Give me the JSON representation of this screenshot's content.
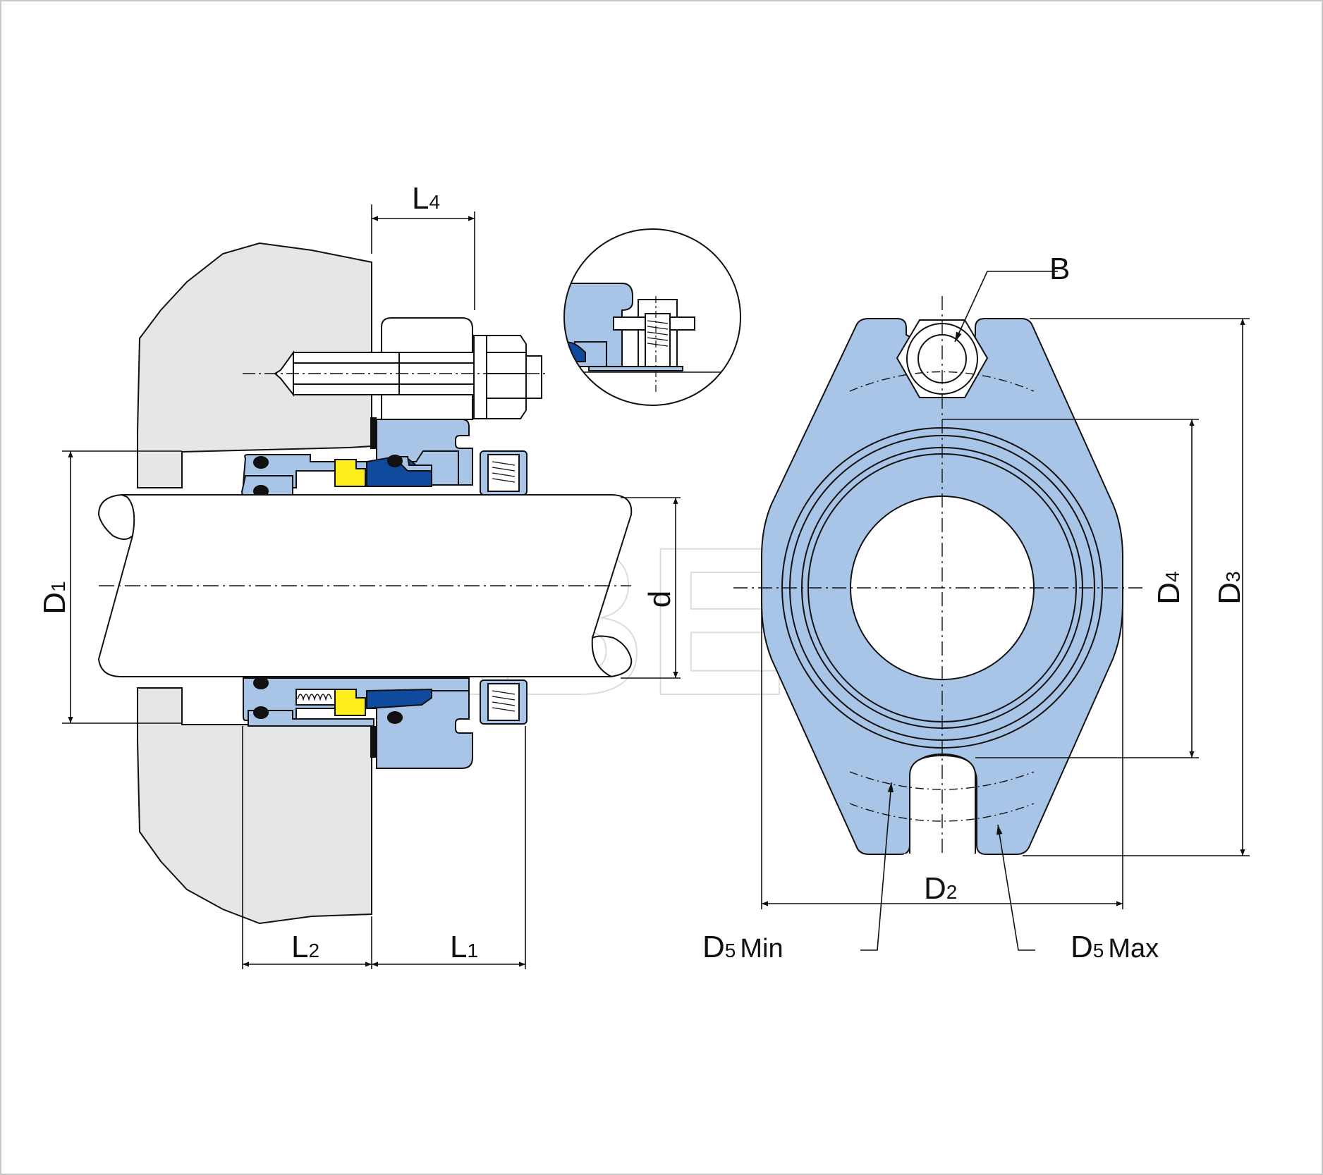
{
  "diagram": {
    "watermark": "ABEX",
    "colors": {
      "seal_blue": "#a8c4e6",
      "dark_blue": "#0f4a9c",
      "yellow": "#ffef1f",
      "housing_gray": "#e5e6e8",
      "outline": "#111111",
      "frame": "#c8c8c8"
    },
    "labels": {
      "L4": {
        "main": "L",
        "sub": "4"
      },
      "L2": {
        "main": "L",
        "sub": "2"
      },
      "L1": {
        "main": "L",
        "sub": "1"
      },
      "D1": {
        "main": "D",
        "sub": "1"
      },
      "d": {
        "main": "d"
      },
      "B": {
        "main": "B"
      },
      "D2": {
        "main": "D",
        "sub": "2"
      },
      "D3": {
        "main": "D",
        "sub": "3"
      },
      "D4": {
        "main": "D",
        "sub": "4"
      },
      "D5min": {
        "main": "D",
        "sub": "5",
        "suffix": "Min"
      },
      "D5max": {
        "main": "D",
        "sub": "5",
        "suffix": "Max"
      }
    }
  }
}
